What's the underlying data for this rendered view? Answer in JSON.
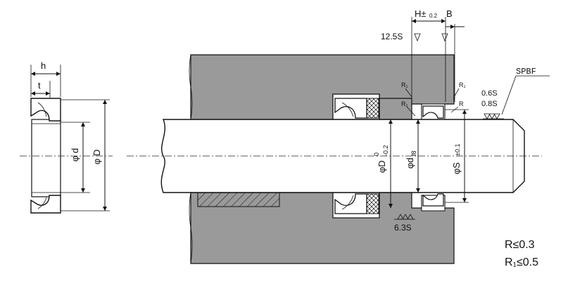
{
  "colors": {
    "housing": "#9a9a9a",
    "seal": "#ffffff",
    "line": "#111111",
    "page": "#ffffff"
  },
  "labels": {
    "h": "h",
    "t": "t",
    "phi_d_small": "φ d",
    "phi_D_small": "φ D",
    "tol_label": "H±",
    "tol_value": "0.2",
    "B": "B",
    "surface_12_5": "12.5S",
    "spbf": "SPBF",
    "s06": "0.6S",
    "s08": "0.8S",
    "r1_a": "R₁",
    "r1_b": "R₁",
    "r1_c": "R₁",
    "r": "R",
    "phiD_main": "φD",
    "phiD_sup": "0",
    "phiD_sub": "-0.2",
    "phid_main": "φd",
    "phid_sub": "f8",
    "phiS_main": "φS",
    "phiS_tol": "±0.1",
    "s63": "6.3S",
    "note_r": "R≤0.3",
    "note_r1": "R₁≤0.5"
  }
}
